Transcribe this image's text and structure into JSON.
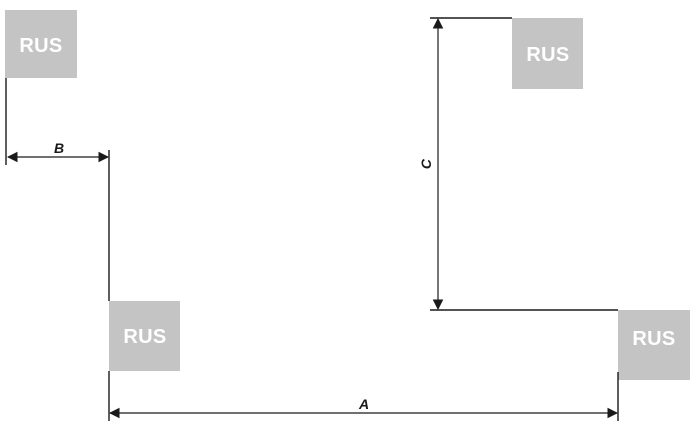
{
  "diagram": {
    "colors": {
      "box_fill": "#c4c4c4",
      "box_text": "#ffffff",
      "line": "#1a1a1a",
      "background": "#ffffff"
    },
    "boxes": [
      {
        "id": "top-left",
        "label": "RUS"
      },
      {
        "id": "mid-left",
        "label": "RUS"
      },
      {
        "id": "top-right",
        "label": "RUS"
      },
      {
        "id": "bottom-right",
        "label": "RUS"
      }
    ],
    "dimensions": {
      "a": "A",
      "b": "B",
      "c": "C"
    }
  }
}
